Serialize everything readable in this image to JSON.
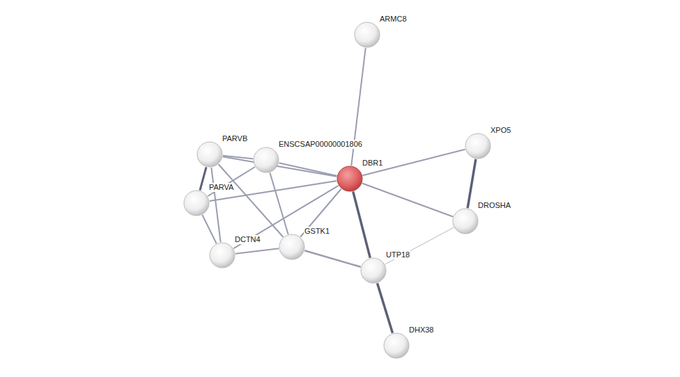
{
  "diagram": {
    "nodes": [
      {
        "text": [
          "ARMC8"
        ]
      },
      {
        "text": [
          "XPO5"
        ]
      },
      {
        "text": [
          "PARVB"
        ]
      },
      {
        "text": [
          "ENSCSAP00000001806"
        ]
      },
      {
        "text": [
          "DBR1"
        ]
      },
      {
        "text": [
          "PARVA"
        ]
      },
      {
        "text": [
          "DROSHA"
        ]
      },
      {
        "text": [
          "DCTN4"
        ]
      },
      {
        "text": [
          "GSTK1"
        ]
      },
      {
        "text": [
          "UTP18"
        ]
      },
      {
        "text": [
          "DHX38"
        ]
      }
    ],
    "edges": [
      {
        "from": 4,
        "to": 0,
        "arrow": "none"
      },
      {
        "from": 4,
        "to": 1,
        "arrow": "none"
      },
      {
        "from": 4,
        "to": 6,
        "arrow": "none"
      },
      {
        "from": 4,
        "to": 9,
        "arrow": "none"
      },
      {
        "from": 4,
        "to": 8,
        "arrow": "none"
      },
      {
        "from": 4,
        "to": 3,
        "arrow": "none"
      },
      {
        "from": 4,
        "to": 2,
        "arrow": "none"
      },
      {
        "from": 4,
        "to": 5,
        "arrow": "none"
      },
      {
        "from": 4,
        "to": 7,
        "arrow": "none"
      },
      {
        "from": 1,
        "to": 6,
        "arrow": "none"
      },
      {
        "from": 6,
        "to": 9,
        "arrow": "none"
      },
      {
        "from": 9,
        "to": 10,
        "arrow": "none"
      },
      {
        "from": 8,
        "to": 9,
        "arrow": "none"
      },
      {
        "from": 2,
        "to": 5,
        "arrow": "none"
      },
      {
        "from": 2,
        "to": 3,
        "arrow": "none"
      },
      {
        "from": 2,
        "to": 8,
        "arrow": "none"
      },
      {
        "from": 2,
        "to": 7,
        "arrow": "none"
      },
      {
        "from": 5,
        "to": 3,
        "arrow": "none"
      },
      {
        "from": 5,
        "to": 7,
        "arrow": "none"
      },
      {
        "from": 3,
        "to": 8,
        "arrow": "none"
      },
      {
        "from": 7,
        "to": 8,
        "arrow": "none"
      }
    ]
  }
}
